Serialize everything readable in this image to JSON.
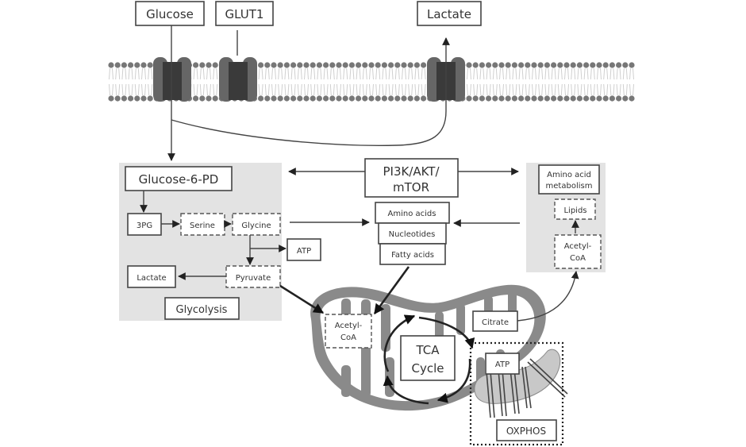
{
  "membrane": {
    "labels": {
      "glucose": "Glucose",
      "glut1": "GLUT1",
      "lactate_out": "Lactate"
    }
  },
  "glycolysis_panel": {
    "title": "Glycolysis",
    "g6p": "Glucose-6-PD",
    "pg3": "3PG",
    "serine": "Serine",
    "glycine": "Glycine",
    "pyruvate": "Pyruvate",
    "lactate": "Lactate",
    "atp": "ATP"
  },
  "signaling": {
    "pi3k_line1": "PI3K/AKT/",
    "pi3k_line2": "mTOR",
    "stack": [
      "Amino acids",
      "Nucleotides",
      "Fatty acids"
    ]
  },
  "right_panel": {
    "amino_line1": "Amino acid",
    "amino_line2": "metabolism",
    "lipids": "Lipids",
    "acetyl_line1": "Acetyl-",
    "acetyl_line2": "CoA"
  },
  "mitochondrion": {
    "acetyl_line1": "Acetyl-",
    "acetyl_line2": "CoA",
    "tca_line1": "TCA",
    "tca_line2": "Cycle",
    "citrate": "Citrate",
    "atp": "ATP",
    "oxphos": "OXPHOS"
  },
  "colors": {
    "panel_bg": "#e3e3e3",
    "membrane_head": "#777777",
    "channel_outer": "#666666",
    "channel_inner": "#3a3a3a",
    "mito": "#8a8a8a",
    "atp_synthase": "#c8c8c8"
  }
}
